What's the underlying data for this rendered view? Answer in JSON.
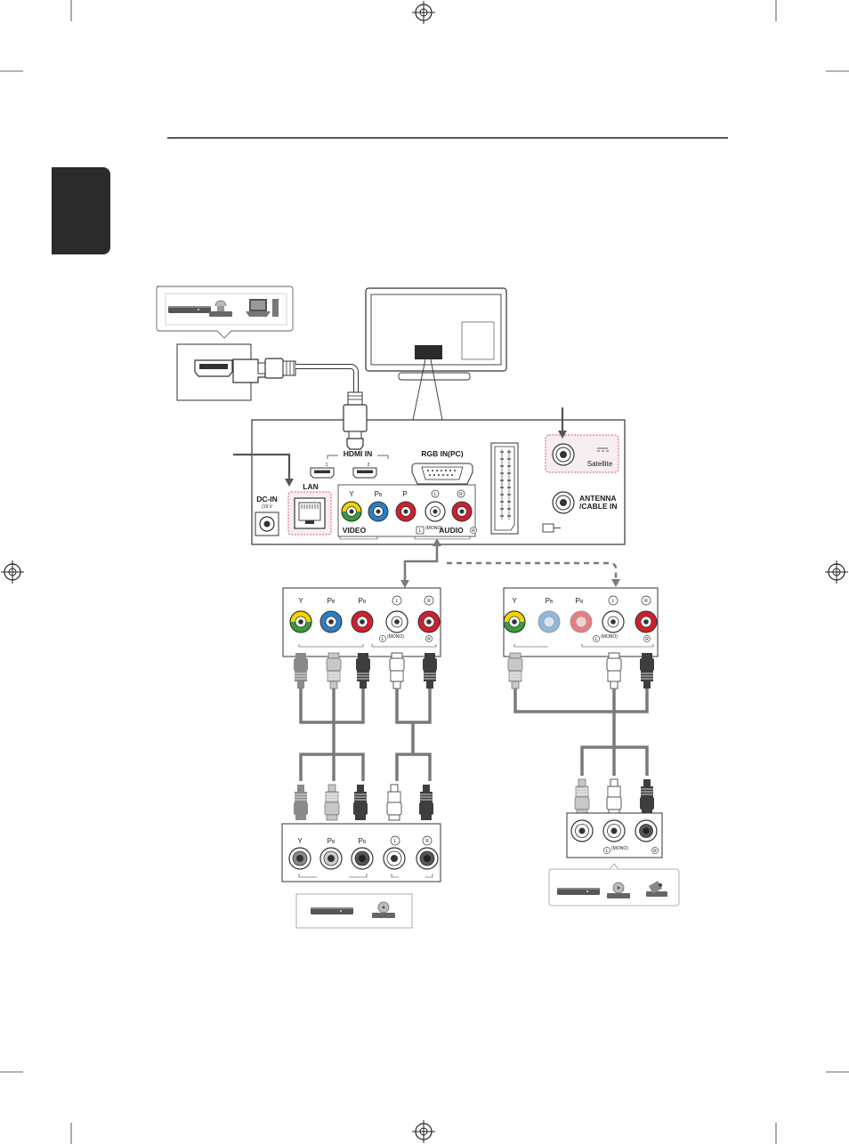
{
  "tv_panel": {
    "hdmi_in": "HDMI IN",
    "hdmi_port_1": "1",
    "hdmi_port_2": "2",
    "rgb_in": "RGB IN(PC)",
    "lan": "LAN",
    "dc_in": "DC-IN",
    "dc_in_sub": "(19 V",
    "video": "VIDEO",
    "audio": "AUDIO",
    "satellite": "Satellite",
    "antenna_line1": "ANTENNA",
    "antenna_line2": "/CABLE IN",
    "jacks": {
      "y": "Y",
      "pb": "P",
      "pb_sub": "B",
      "pr": "P",
      "l": "L",
      "r": "R",
      "mono": "(MONO)"
    }
  },
  "left_box": {
    "y": "Y",
    "pb": "P",
    "pb_sub": "B",
    "pr": "P",
    "pr_sub": "R",
    "l": "L",
    "r": "R",
    "mono": "(MONO)"
  },
  "right_box": {
    "y": "Y",
    "pb": "P",
    "pb_sub": "B",
    "pr": "P",
    "pr_sub": "R",
    "l": "L",
    "r": "R",
    "mono": "(MONO)"
  },
  "left_device": {
    "y": "Y",
    "pb": "P",
    "pb_sub": "B",
    "pr": "P",
    "pr_sub": "R",
    "l": "L",
    "r": "R"
  },
  "right_device": {
    "l": "L",
    "mono": "(MONO)",
    "r": "R"
  },
  "colors": {
    "chapter_tab": "#2b2b2b",
    "jack_yellow": "#f1d400",
    "jack_green": "#3a9a3a",
    "jack_blue": "#2a7fc4",
    "jack_red": "#d21e2d",
    "jack_light_blue": "#8fb8de",
    "jack_pink": "#ea7c82",
    "highlight": "#e0507a",
    "cable_gray": "#7a7a7a"
  },
  "icons": [
    "registration-mark-icon",
    "bluray-player-icon",
    "hd-receiver-icon",
    "laptop-pc-icon",
    "camcorder-icon",
    "dvd-player-icon"
  ]
}
